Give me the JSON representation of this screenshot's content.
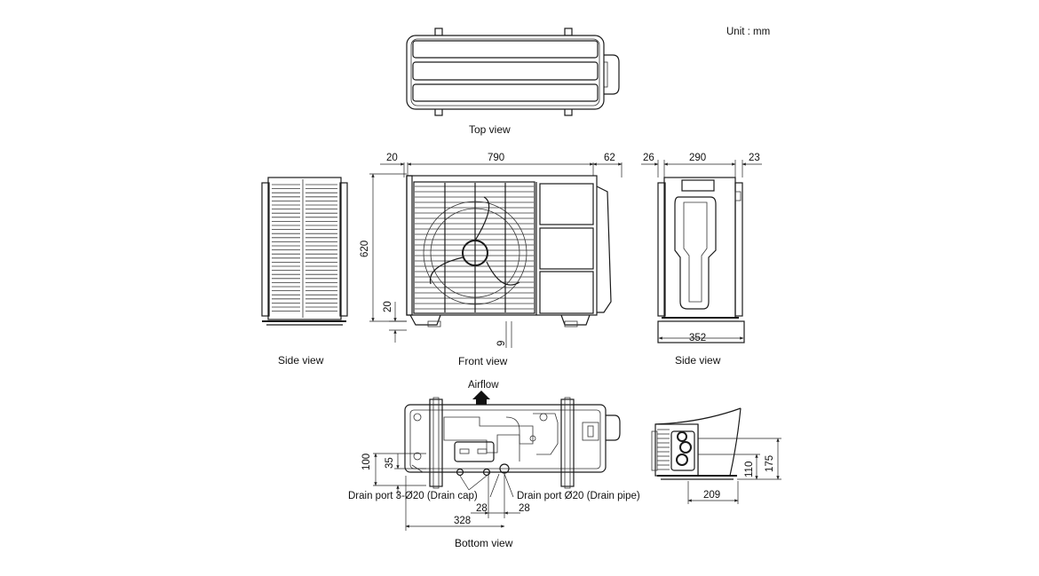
{
  "unit": "Unit : mm",
  "captions": {
    "top": "Top view",
    "front": "Front view",
    "side_left": "Side view",
    "side_right": "Side view",
    "bottom": "Bottom view"
  },
  "front_dims": {
    "left_offset": "20",
    "width": "790",
    "right_offset": "62",
    "height": "620",
    "foot_height": "20",
    "foot_gap": "9"
  },
  "side_dims": {
    "front_offset": "26",
    "depth": "290",
    "rear_offset": "23",
    "foot_depth": "352"
  },
  "bottom_dims": {
    "airflow": "Airflow",
    "h100": "100",
    "h35": "35",
    "drain_cap": "Drain port 3-Ø20 (Drain cap)",
    "drain_pipe": "Drain port Ø20 (Drain pipe)",
    "d28a": "28",
    "d28b": "28",
    "d328": "328"
  },
  "detail_dims": {
    "h175": "175",
    "h110": "110",
    "w209": "209"
  }
}
